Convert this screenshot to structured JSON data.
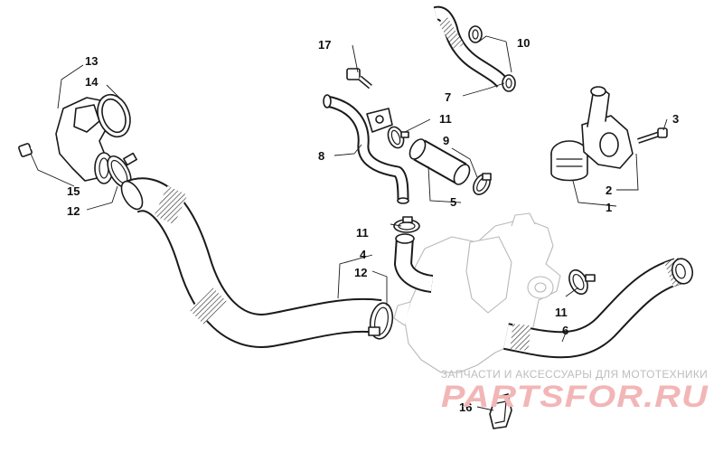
{
  "diagram": {
    "callouts": {
      "c1": "1",
      "c2": "2",
      "c3": "3",
      "c4": "4",
      "c5": "5",
      "c6": "6",
      "c7": "7",
      "c8": "8",
      "c9": "9",
      "c10": "10",
      "c11a": "11",
      "c11b": "11",
      "c11c": "11",
      "c12a": "12",
      "c12b": "12",
      "c13": "13",
      "c14": "14",
      "c15": "15",
      "c16": "16",
      "c17": "17"
    }
  },
  "watermark": {
    "subtitle": "ЗАПЧАСТИ И АКСЕССУАРЫ ДЛЯ МОТОТЕХНИКИ",
    "logo": "PARTSFOR.RU"
  }
}
